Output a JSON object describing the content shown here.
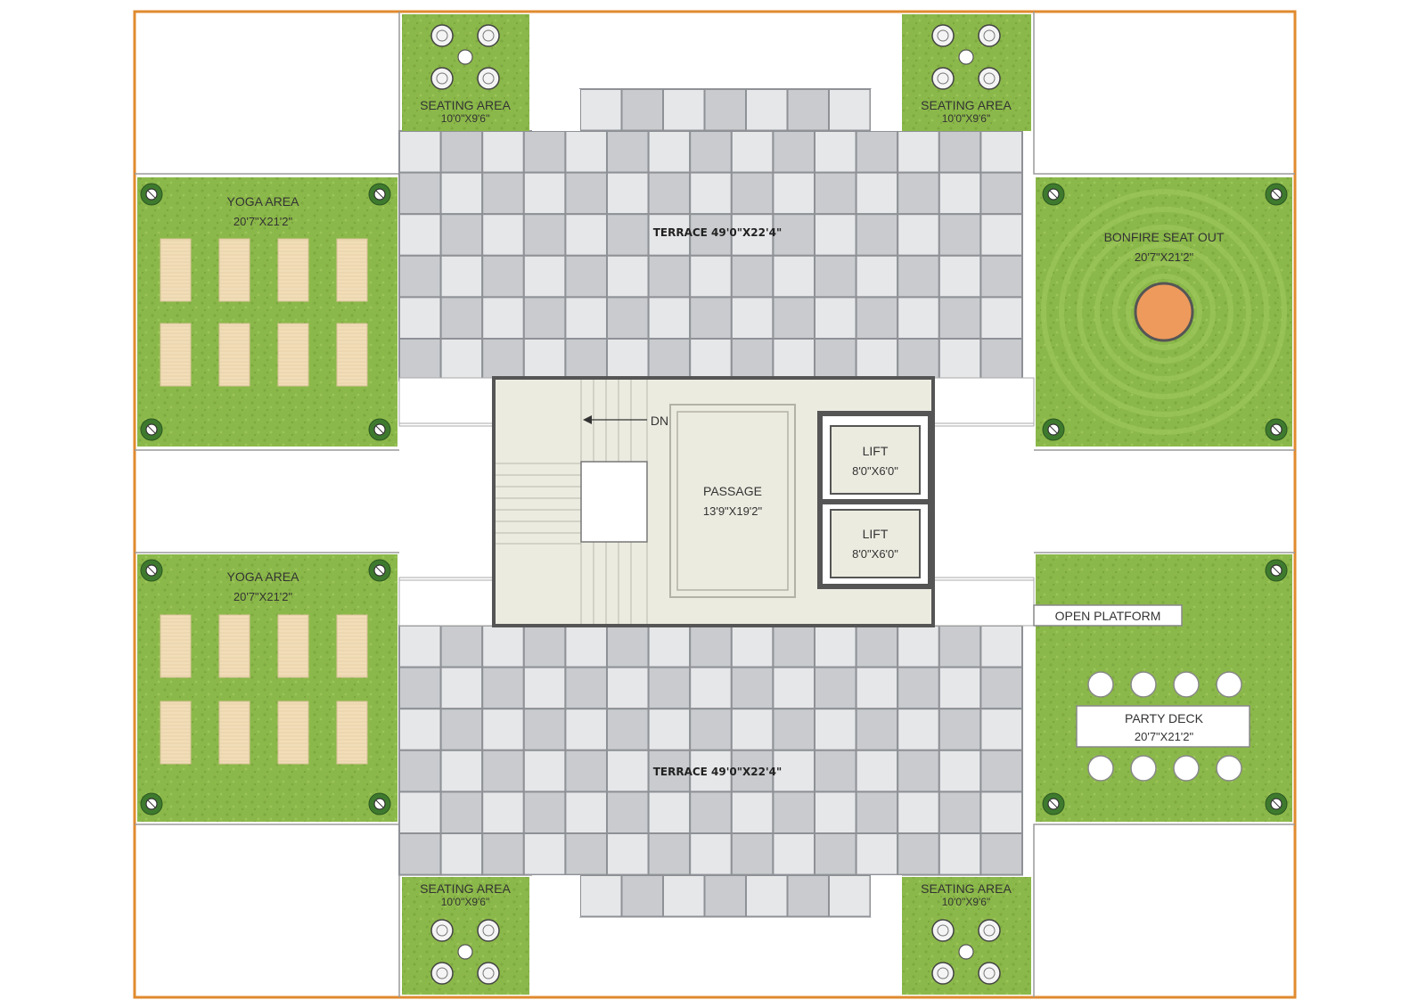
{
  "colors": {
    "border": "#E08A2E",
    "grass": "#8BB84A",
    "grass_dark": "#78A53C",
    "tile_light": "#E6E7E9",
    "tile_dark": "#C9CBCE",
    "tile_grout": "#8E9196",
    "core_fill": "#ECEBE0",
    "wall": "#555555",
    "bonfire": "#EE9A5C",
    "mat": "#F1DDB8"
  },
  "labels": {
    "seating_tl": "SEATING AREA",
    "seating_tl_dim": "10'0\"X9'6\"",
    "seating_tr": "SEATING AREA",
    "seating_tr_dim": "10'0\"X9'6\"",
    "seating_bl": "SEATING AREA",
    "seating_bl_dim": "10'0\"X9'6\"",
    "seating_br": "SEATING AREA",
    "seating_br_dim": "10'0\"X9'6\"",
    "yoga_top": "YOGA AREA",
    "yoga_top_dim": "20'7\"X21'2\"",
    "yoga_bottom": "YOGA AREA",
    "yoga_bottom_dim": "20'7\"X21'2\"",
    "terrace_top": "TERRACE 49'0\"X22'4\"",
    "terrace_bottom": "TERRACE 49'0\"X22'4\"",
    "bonfire": "BONFIRE SEAT OUT",
    "bonfire_dim": "20'7\"X21'2\"",
    "passage": "PASSAGE",
    "passage_dim": "13'9\"X19'2\"",
    "lift_1": "LIFT",
    "lift_1_dim": "8'0\"X6'0\"",
    "lift_2": "LIFT",
    "lift_2_dim": "8'0\"X6'0\"",
    "stair_dn": "DN",
    "open_platform": "OPEN PLATFORM",
    "party_deck": "PARTY DECK",
    "party_deck_dim": "20'7\"X21'2\""
  }
}
